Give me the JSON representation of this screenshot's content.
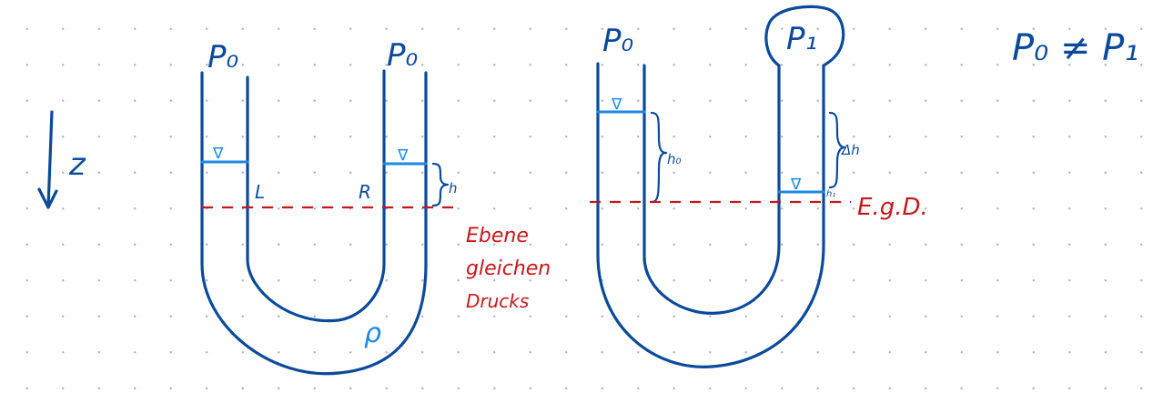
{
  "labels": {
    "left_tube_left_arm": "P₀",
    "left_tube_right_arm": "P₀",
    "side_L": "L",
    "side_R": "R",
    "height_h": "h",
    "density": "ρ",
    "plane_line1": "Ebene",
    "plane_line2": "gleichen",
    "plane_line3": "Drucks",
    "right_tube_left_arm": "P₀",
    "right_tube_bulb": "P₁",
    "height_h0": "h₀",
    "height_delta_h": "Δh",
    "height_h1": "h₁",
    "plane_abbrev": "E.g.D.",
    "inequality": "P₀ ≠ P₁",
    "axis_z": "z",
    "level_mark": "∇"
  },
  "colors": {
    "tube": "#0b4a9a",
    "fluid_level": "#1e88e5",
    "pressure_plane": "#c6171b",
    "grid_dot": "#b9b9b9"
  }
}
